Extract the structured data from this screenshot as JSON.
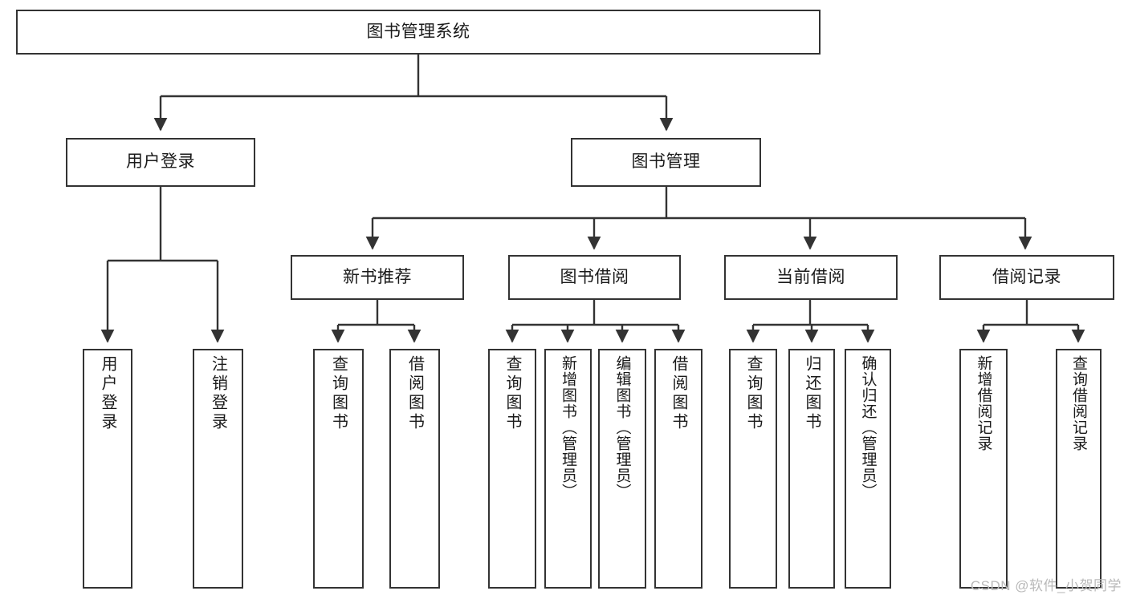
{
  "diagram": {
    "type": "tree-hierarchy",
    "title": "图书管理系统",
    "root": {
      "id": "root",
      "label": "图书管理系统"
    },
    "level2": [
      {
        "id": "user-login",
        "label": "用户登录"
      },
      {
        "id": "book-manage",
        "label": "图书管理"
      }
    ],
    "level3": [
      {
        "id": "new-book-recommend",
        "label": "新书推荐",
        "parent": "book-manage"
      },
      {
        "id": "book-borrow",
        "label": "图书借阅",
        "parent": "book-manage"
      },
      {
        "id": "current-borrow",
        "label": "当前借阅",
        "parent": "book-manage"
      },
      {
        "id": "borrow-record",
        "label": "借阅记录",
        "parent": "book-manage"
      }
    ],
    "leaves": [
      {
        "id": "leaf-user-login",
        "label": "用户登录",
        "parent": "user-login"
      },
      {
        "id": "leaf-logout-login",
        "label": "注销登录",
        "parent": "user-login"
      },
      {
        "id": "leaf-query-book-1",
        "label": "查询图书",
        "parent": "new-book-recommend"
      },
      {
        "id": "leaf-borrow-book-1",
        "label": "借阅图书",
        "parent": "new-book-recommend"
      },
      {
        "id": "leaf-query-book-2",
        "label": "查询图书",
        "parent": "book-borrow"
      },
      {
        "id": "leaf-add-book",
        "label": "新增图书（管理员）",
        "parent": "book-borrow"
      },
      {
        "id": "leaf-edit-book",
        "label": "编辑图书（管理员）",
        "parent": "book-borrow"
      },
      {
        "id": "leaf-borrow-book-2",
        "label": "借阅图书",
        "parent": "book-borrow"
      },
      {
        "id": "leaf-query-book-3",
        "label": "查询图书",
        "parent": "current-borrow"
      },
      {
        "id": "leaf-return-book",
        "label": "归还图书",
        "parent": "current-borrow"
      },
      {
        "id": "leaf-confirm-return",
        "label": "确认归还（管理员）",
        "parent": "current-borrow"
      },
      {
        "id": "leaf-add-record",
        "label": "新增借阅记录",
        "parent": "borrow-record"
      },
      {
        "id": "leaf-query-record",
        "label": "查询借阅记录",
        "parent": "borrow-record"
      }
    ],
    "colors": {
      "stroke": "#333333",
      "fill": "#ffffff",
      "text": "#1a1a1a",
      "watermark": "#b9b9b9"
    }
  },
  "watermark": {
    "text": "CSDN @软件_小贺同学"
  }
}
